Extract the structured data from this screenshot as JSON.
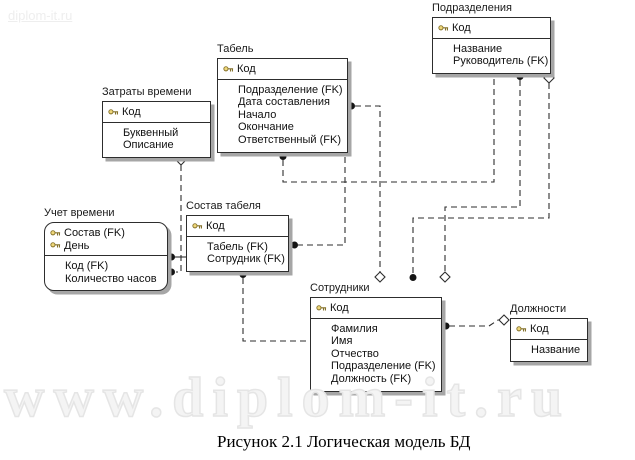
{
  "watermarks": {
    "corner": "diplom-it.ru",
    "main": "www.diplom-it.ru"
  },
  "caption": "Рисунок 2.1 Логическая модель БД",
  "colors": {
    "line": "#2e2e2e",
    "box_border": "#2d2d2d",
    "shadow": "#a6a6a6",
    "key_icon_gold": "#e9cd5e",
    "watermark": "#ededed"
  },
  "entities": {
    "podrazdeleniya": {
      "title": "Подразделения",
      "keys": [
        "Код"
      ],
      "attrs": [
        "Название",
        "Руководитель (FK)"
      ]
    },
    "tabel": {
      "title": "Табель",
      "keys": [
        "Код"
      ],
      "attrs": [
        "Подразделение (FK)",
        "Дата составления",
        "Начало",
        "Окончание",
        "Ответственный (FK)"
      ]
    },
    "zatraty": {
      "title": "Затраты времени",
      "keys": [
        "Код"
      ],
      "attrs": [
        "Буквенный",
        "Описание"
      ]
    },
    "uchet": {
      "title": "Учет времени",
      "keys": [
        "Состав (FK)",
        "День"
      ],
      "attrs": [
        "Код (FK)",
        "Количество часов"
      ]
    },
    "sostav": {
      "title": "Состав табеля",
      "keys": [
        "Код"
      ],
      "attrs": [
        "Табель (FK)",
        "Сотрудник (FK)"
      ]
    },
    "sotrudniki": {
      "title": "Сотрудники",
      "keys": [
        "Код"
      ],
      "attrs": [
        "Фамилия",
        "Имя",
        "Отчество",
        "Подразделение (FK)",
        "Должность (FK)"
      ]
    },
    "dolzhnosti": {
      "title": "Должности",
      "keys": [
        "Код"
      ],
      "attrs": [
        "Название"
      ]
    }
  },
  "relationships": [
    {
      "parent": "Затраты времени",
      "child": "Учет времени",
      "style": "dashed",
      "child_marker": "dot",
      "parent_marker": "diamond"
    },
    {
      "parent": "Состав табеля",
      "child": "Учет времени",
      "style": "solid",
      "child_marker": "dot",
      "parent_marker": "none"
    },
    {
      "parent": "Табель",
      "child": "Состав табеля",
      "style": "dashed",
      "child_marker": "dot",
      "parent_marker": "none"
    },
    {
      "parent": "Подразделения",
      "child": "Табель",
      "style": "dashed",
      "child_marker": "dot",
      "parent_marker": "none"
    },
    {
      "parent": "Сотрудники",
      "child": "Табель",
      "style": "dashed",
      "child_marker": "dot",
      "parent_marker": "diamond"
    },
    {
      "parent": "Подразделения",
      "child": "Сотрудники",
      "style": "dashed",
      "child_marker": "dot",
      "parent_marker": "diamond"
    },
    {
      "parent": "Сотрудники",
      "child": "Подразделения",
      "style": "dashed",
      "child_marker": "dot",
      "parent_marker": "diamond"
    },
    {
      "parent": "Сотрудники",
      "child": "Состав табеля",
      "style": "dashed",
      "child_marker": "dot",
      "parent_marker": "none"
    },
    {
      "parent": "Должности",
      "child": "Сотрудники",
      "style": "dashed",
      "child_marker": "dot",
      "parent_marker": "diamond"
    }
  ]
}
